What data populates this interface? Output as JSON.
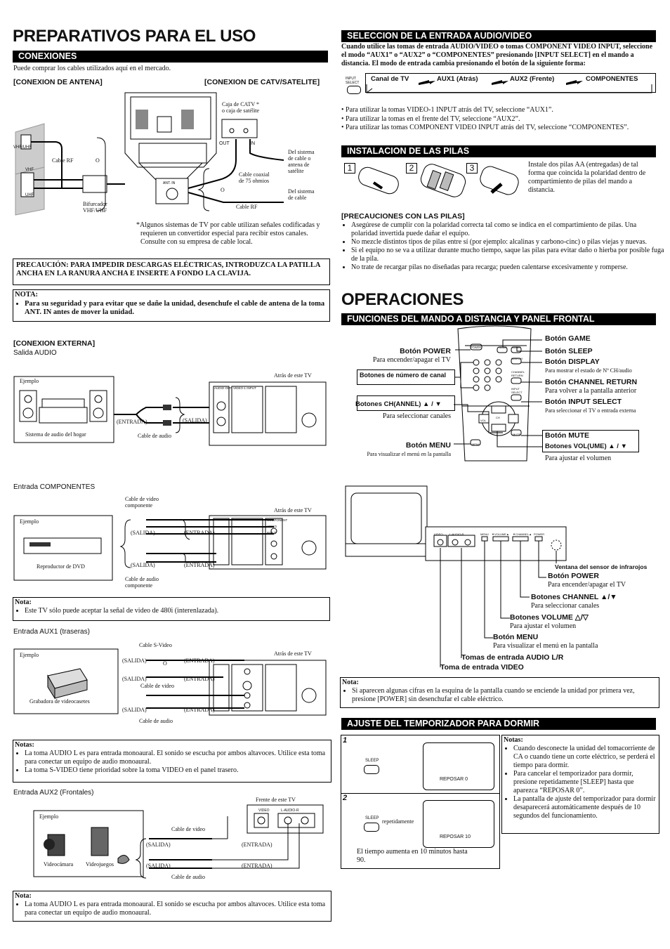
{
  "left": {
    "title": "PREPARATIVOS PARA EL USO",
    "conexiones_bar": "CONEXIONES",
    "cables_note": "Puede comprar los cables utilizados aquí en el mercado.",
    "antena_hdr": "[CONEXION DE ANTENA]",
    "catv_hdr": "[CONEXION DE CATV/SATELITE]",
    "vhfuhf_label": "VHF/UHF",
    "vhf": "VHF",
    "uhf": "UHF",
    "cable_rf": "Cable RF",
    "o": "O",
    "bifurcador": "Bifurcador\nVHF/UHF",
    "caja_catv": "Caja de CATV *\no caja de satélite",
    "out": "OUT",
    "in": "IN",
    "del_sistema_antena": "Del sistema\nde cable o\nantena de\nsatélite",
    "cable_coaxial": "Cable coaxial\nde 75 ohmios",
    "del_sistema_cable": "Del sistema\nde cable",
    "cable_rf2": "Cable RF",
    "ant_in": "ANT. IN",
    "footnote": "*Algunos sistemas de TV por cable utilizan señales codificadas y requieren un convertidor especial para recibir estos canales. Consulte con su empresa de cable local.",
    "precaucion": "PRECAUCIÓN: PARA IMPEDIR DESCARGAS ELÉCTRICAS, INTRODUZCA LA PATILLA ANCHA EN LA RANURA ANCHA E INSERTE A FONDO LA CLAVIJA.",
    "nota_title": "NOTA:",
    "nota_text": "Para su seguridad y para evitar que se dañe la unidad, desenchufe el cable de antena de la toma ANT. IN antes de mover la unidad.",
    "externa_hdr": "[CONEXION EXTERNA]",
    "salida_audio": "Salida AUDIO",
    "ejemplo": "Ejemplo",
    "atras_tv": "Atrás de este TV",
    "entrada_p": "(ENTRADA)",
    "salida_p": "(SALIDA)",
    "sistema_audio": "Sistema de audio del hogar",
    "cable_audio": "Cable de audio",
    "audio_out": "AUDIO OUT",
    "video1_input": "VIDEO-1 INPUT",
    "component_input": "COMPONENT VIDEO INPUT",
    "entrada_componentes": "Entrada COMPONENTES",
    "cable_video_comp": "Cable de video\ncomponente",
    "reproductor_dvd": "Reproductor de DVD",
    "cable_audio_comp": "Cable de audio\ncomponente",
    "nota2_title": "Nota:",
    "nota2_text": "Este TV sólo puede aceptar la señal de video de 480i (interenlazada).",
    "entrada_aux1": "Entrada AUX1 (traseras)",
    "cable_svideo": "Cable S-Video",
    "cable_video": "Cable de video",
    "grabadora": "Grabadora de videocasetes",
    "notas3_title": "Notas:",
    "notas3_items": [
      "La toma AUDIO L es para entrada monoaural. El sonido se escucha por ambos altavoces. Utilice esta toma para conectar un equipo de audio monoaural.",
      "La toma S-VIDEO tiene prioridad sobre la toma VIDEO en el panel trasero."
    ],
    "entrada_aux2": "Entrada AUX2 (Frontales)",
    "frente_tv": "Frente de este TV",
    "video_lbl": "VIDEO",
    "laudior": "L-AUDIO-R",
    "videocamara": "Videocámara",
    "videojuegos": "Videojuegos",
    "nota4_title": "Nota:",
    "nota4_text": "La toma AUDIO L es para entrada monoaural. El sonido se escucha por ambos altavoces. Utilice esta toma para conectar un equipo de audio monoaural."
  },
  "right": {
    "seleccion_bar": "SELECCION DE LA ENTRADA AUDIO/VIDEO",
    "seleccion_text": "Cuando utilice las tomas de entrada AUDIO/VIDEO o tomas COMPONENT VIDEO INPUT, seleccione el modo “AUX1” o “AUX2” o “COMPONENTES” presionando [INPUT SELECT] en el mando a distancia. El modo de entrada cambia presionando el botón de la siguiente forma:",
    "input_select": "INPUT\nSELECT",
    "flow": [
      "Canal de TV",
      "AUX1 (Atrás)",
      "AUX2 (Frente)",
      "COMPONENTES"
    ],
    "usos": [
      "Para utilizar la tomas VIDEO-1 INPUT atrás del TV, seleccione “AUX1”.",
      "Para utilizar la tomas en el frente del TV, seleccione “AUX2”.",
      "Para utilizar las tomas COMPONENT VIDEO INPUT atrás del TV, seleccione “COMPONENTES”."
    ],
    "pilas_bar": "INSTALACION DE LAS PILAS",
    "pilas_steps": [
      "1",
      "2",
      "3"
    ],
    "pilas_text": "Instale dos pilas AA (entregadas) de tal forma que coincida la polaridad dentro de compartimiento de pilas del mando a distancia.",
    "precauciones_hdr": "[PRECAUCIONES CON LAS PILAS]",
    "precauciones": [
      "Asegúrese de cumplir con la polaridad correcta tal como se indica en el compartimiento de pilas. Una polaridad invertida puede dañar el equipo.",
      "No mezcle distintos tipos de pilas entre sí (por ejemplo: alcalinas y carbono-cinc) o pilas viejas y nuevas.",
      "Si el equipo no se va a utilizar durante mucho tiempo, saque las pilas para evitar daño o hierba por posible fuga de la pila.",
      "No trate de recargar pilas no diseñadas para recarga; pueden calentarse excesivamente y romperse."
    ],
    "operaciones": "OPERACIONES",
    "funciones_bar": "FUNCIONES DEL MANDO A DISTANCIA Y PANEL FRONTAL",
    "remote_labels": {
      "power": "Botón POWER",
      "power_d": "Para encender/apagar el TV",
      "numeros": "Botones de número de canal",
      "ch": "Botones CH(ANNEL) ▲ / ▼",
      "ch_d": "Para seleccionar canales",
      "menu": "Botón MENU",
      "menu_d": "Para visualizar el menú en la pantalla",
      "game": "Botón GAME",
      "sleep": "Botón SLEEP",
      "display": "Botón DISPLAY",
      "display_d": "Para mostrar el estado de Nº CH/audio",
      "ret": "Botón CHANNEL RETURN",
      "ret_d": "Para volver a la pantalla anterior",
      "isel": "Botón INPUT SELECT",
      "isel_d": "Para seleccionar el TV o entrada externa",
      "mute": "Botón MUTE",
      "vol": "Botones VOL(UME) ▲ / ▼",
      "vol_d": "Para ajustar el volumen"
    },
    "remote_keys": {
      "power": "POWER",
      "game": "GAME",
      "sleep": "SLEEP",
      "display": "DISPLAY",
      "chret": "CHANNEL\nRETURN",
      "isel": "INPUT\nSELECT",
      "ch": "CH",
      "vol": "VOL",
      "menu": "MENU",
      "mute": "MUTE"
    },
    "panel_keys": {
      "video": "VIDEO",
      "laudio": "L-AUDIO-R",
      "menu": "MENU",
      "volume": "▼VOLUME▲",
      "channel": "▼CHANNEL▲",
      "power": "POWER"
    },
    "front_labels": {
      "sensor": "Ventana del sensor de infrarojos",
      "power": "Botón POWER",
      "power_d": "Para encender/apagar el TV",
      "channel": "Botones CHANNEL ▲/▼",
      "channel_d": "Para seleccionar canales",
      "volume": "Botones VOLUME △/▽",
      "volume_d": "Para ajustar el volumen",
      "menu": "Botón MENU",
      "menu_d": "Para visualizar el menú en la pantalla",
      "audio": "Tomas de entrada AUDIO L/R",
      "video": "Toma de entrada VIDEO"
    },
    "nota_title": "Nota:",
    "nota_text": "Si aparecen algunas cifras en la esquina de la pantalla cuando se enciende la unidad por primera vez, presione [POWER] sin desenchufar el cable eléctrico.",
    "dormir_bar": "AJUSTE DEL TEMPORIZADOR PARA DORMIR",
    "step1": "1",
    "step2": "2",
    "sleep": "SLEEP",
    "reposar0": "REPOSAR 0",
    "reposar10": "REPOSAR 10",
    "repetidamente": "repetidamente",
    "aumenta": "El tiempo aumenta en 10 minutos hasta 90.",
    "notas_title": "Notas:",
    "notas": [
      "Cuando desconecte la unidad del tomacorriente de CA o cuando tiene un corte eléctrico, se perderá el tiempo para dormir.",
      "Para cancelar el temporizador para dormir, presione repetidamente [SLEEP] hasta que aparezca “REPOSAR 0”.",
      "La pantalla de ajuste del temporizador para dormir desaparecerá automáticamente después de 10 segundos del funcionamiento."
    ]
  }
}
